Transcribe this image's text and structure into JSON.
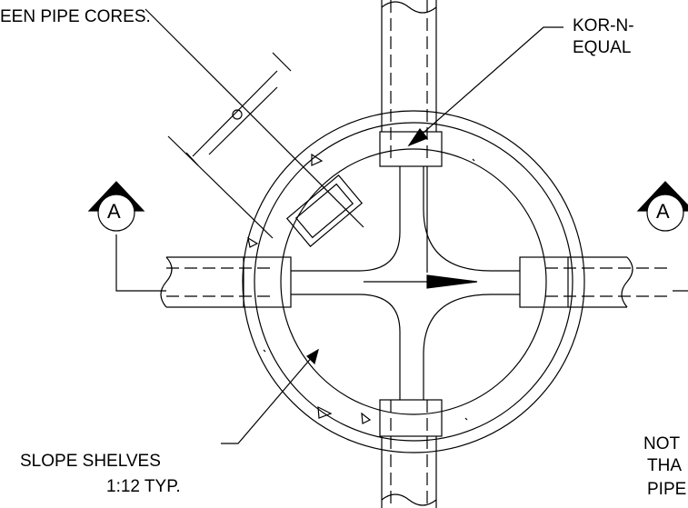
{
  "labels": {
    "top_left": "EEN PIPE CORES.",
    "top_right_1": "KOR-N-",
    "top_right_2": "EQUAL",
    "bottom_left_1": "SLOPE SHELVES",
    "bottom_left_2": "1:12 TYP.",
    "note_1": "NOT",
    "note_2": "THA",
    "note_3": "PIPE"
  },
  "section_markers": {
    "left": "A",
    "right": "A"
  },
  "colors": {
    "line": "#000000",
    "background": "#ffffff"
  }
}
